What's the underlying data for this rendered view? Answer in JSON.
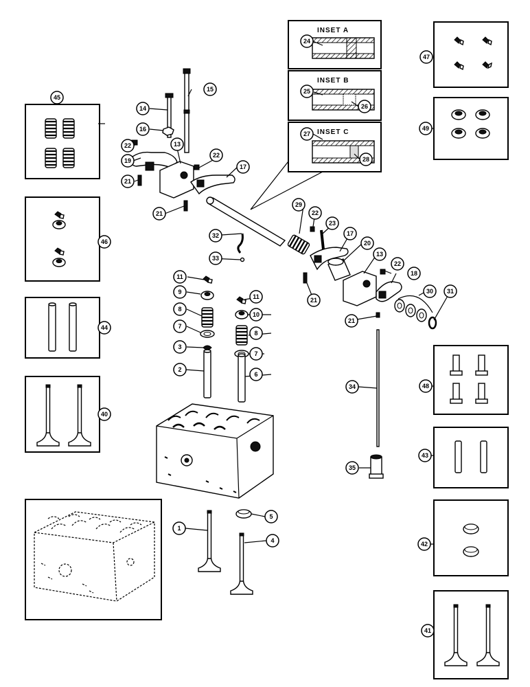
{
  "insets": [
    {
      "id": "inset-a",
      "title": "INSET A",
      "parts": [
        "24"
      ]
    },
    {
      "id": "inset-b",
      "title": "INSET B",
      "parts": [
        "25",
        "26"
      ]
    },
    {
      "id": "inset-c",
      "title": "INSET C",
      "parts": [
        "27",
        "28"
      ]
    }
  ],
  "callouts": {
    "c1": "1",
    "c2": "2",
    "c3": "3",
    "c4": "4",
    "c5": "5",
    "c6": "6",
    "c7a": "7",
    "c7b": "7",
    "c8a": "8",
    "c8b": "8",
    "c9": "9",
    "c10": "10",
    "c11a": "11",
    "c11b": "11",
    "c13a": "13",
    "c13b": "13",
    "c14": "14",
    "c15": "15",
    "c16": "16",
    "c17a": "17",
    "c17b": "17",
    "c18": "18",
    "c19": "19",
    "c20": "20",
    "c21a": "21",
    "c21b": "21",
    "c21c": "21",
    "c21d": "21",
    "c22a": "22",
    "c22b": "22",
    "c22c": "22",
    "c22d": "22",
    "c23": "23",
    "c24": "24",
    "c25": "25",
    "c26": "26",
    "c27": "27",
    "c28": "28",
    "c29": "29",
    "c30": "30",
    "c31": "31",
    "c32": "32",
    "c33": "33",
    "c34": "34",
    "c35": "35",
    "c40": "40",
    "c41": "41",
    "c42": "42",
    "c43": "43",
    "c44": "44",
    "c45": "45",
    "c46": "46",
    "c47": "47",
    "c48": "48",
    "c49": "49"
  }
}
